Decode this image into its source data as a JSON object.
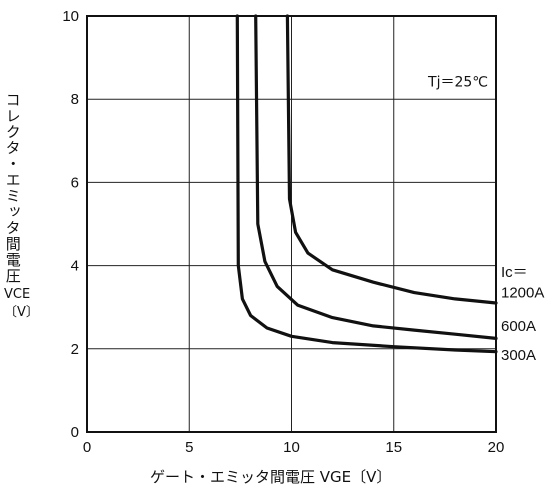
{
  "chart_data": {
    "type": "line",
    "title": "",
    "xlabel": "ゲート・エミッタ間電圧 VGE〔V〕",
    "ylabel_text": "コレクタ・エミッタ間電圧",
    "ylabel_symbol": "VCE",
    "ylabel_unit": "〔V〕",
    "xlim": [
      0,
      20
    ],
    "ylim": [
      0,
      10
    ],
    "x_ticks": [
      0,
      5,
      10,
      15,
      20
    ],
    "y_ticks": [
      0,
      2,
      4,
      6,
      8,
      10
    ],
    "grid": true,
    "annotation": "Tj＝25℃",
    "series_header": "Ic＝",
    "series": [
      {
        "name": "300A",
        "x": [
          7.35,
          7.4,
          7.6,
          8.0,
          8.8,
          10.0,
          12.0,
          15.0,
          18.0,
          20.0
        ],
        "y": [
          10.0,
          4.0,
          3.2,
          2.8,
          2.5,
          2.3,
          2.15,
          2.05,
          1.97,
          1.93
        ]
      },
      {
        "name": "600A",
        "x": [
          8.25,
          8.35,
          8.7,
          9.3,
          10.3,
          12.0,
          14.0,
          16.0,
          18.0,
          20.0
        ],
        "y": [
          10.0,
          5.0,
          4.1,
          3.5,
          3.05,
          2.75,
          2.55,
          2.45,
          2.35,
          2.25
        ]
      },
      {
        "name": "1200A",
        "x": [
          9.8,
          9.9,
          10.2,
          10.8,
          12.0,
          14.0,
          16.0,
          18.0,
          20.0
        ],
        "y": [
          10.0,
          5.6,
          4.8,
          4.3,
          3.9,
          3.6,
          3.35,
          3.2,
          3.1
        ]
      }
    ]
  }
}
